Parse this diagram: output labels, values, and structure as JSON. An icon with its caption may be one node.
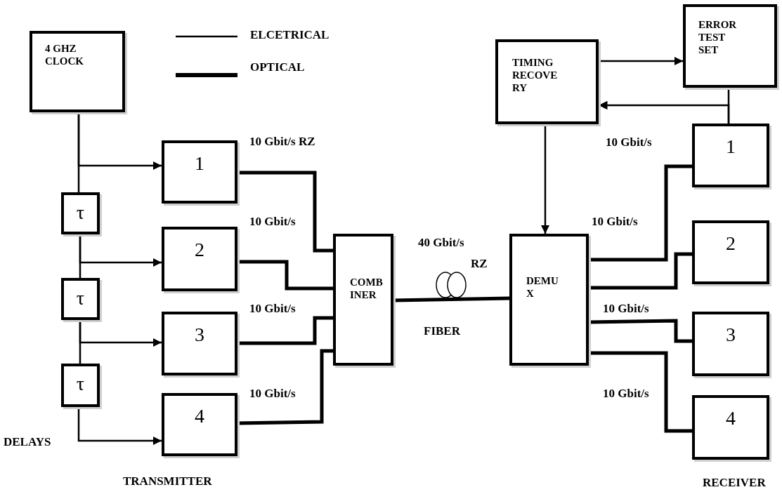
{
  "diagram": {
    "nodes": [
      {
        "text": [
          "4 GHZ CLOCK"
        ]
      },
      {
        "text": [
          "τ"
        ]
      },
      {
        "text": [
          "τ"
        ]
      },
      {
        "text": [
          "τ"
        ]
      },
      {
        "text": [
          "1"
        ]
      },
      {
        "text": [
          "2"
        ]
      },
      {
        "text": [
          "3"
        ]
      },
      {
        "text": [
          "4"
        ]
      },
      {
        "text": [
          "COMB INER"
        ]
      },
      {
        "text": [
          "DEMU X"
        ]
      },
      {
        "text": [
          "TIMING RECOVE RY"
        ]
      },
      {
        "text": [
          "ERROR TEST SET"
        ]
      },
      {
        "text": [
          "1"
        ]
      },
      {
        "text": [
          "2"
        ]
      },
      {
        "text": [
          "3"
        ]
      },
      {
        "text": [
          "4"
        ]
      }
    ],
    "edges": [
      {
        "from": 0,
        "to": 1,
        "arrow": "none"
      },
      {
        "from": 0,
        "to": 4,
        "arrow": "to"
      },
      {
        "from": 1,
        "to": 2,
        "arrow": "none"
      },
      {
        "from": 1,
        "to": 5,
        "arrow": "to"
      },
      {
        "from": 2,
        "to": 3,
        "arrow": "none"
      },
      {
        "from": 2,
        "to": 6,
        "arrow": "to"
      },
      {
        "from": 3,
        "to": 7,
        "arrow": "to"
      },
      {
        "from": 4,
        "to": 8,
        "arrow": "none",
        "style": "thick"
      },
      {
        "from": 5,
        "to": 8,
        "arrow": "none",
        "style": "thick"
      },
      {
        "from": 6,
        "to": 8,
        "arrow": "none",
        "style": "thick"
      },
      {
        "from": 7,
        "to": 8,
        "arrow": "none",
        "style": "thick"
      },
      {
        "from": 8,
        "to": 9,
        "arrow": "none",
        "style": "thick"
      },
      {
        "from": 9,
        "to": 12,
        "arrow": "none",
        "style": "thick"
      },
      {
        "from": 9,
        "to": 13,
        "arrow": "none",
        "style": "thick"
      },
      {
        "from": 9,
        "to": 14,
        "arrow": "none",
        "style": "thick"
      },
      {
        "from": 9,
        "to": 15,
        "arrow": "none",
        "style": "thick"
      },
      {
        "from": 10,
        "to": 11,
        "arrow": "to"
      },
      {
        "from": 12,
        "to": 11,
        "arrow": "none"
      },
      {
        "from": 12,
        "to": 10,
        "arrow": "to"
      },
      {
        "from": 10,
        "to": 9,
        "arrow": "to"
      }
    ],
    "labels": [
      "10 Gbit/s RZ",
      "10 Gbit/s",
      "10 Gbit/s",
      "10 Gbit/s",
      "40 Gbit/s",
      "RZ",
      "FIBER",
      "DELAYS",
      "10 Gbit/s",
      "10 Gbit/s",
      "10 Gbit/s",
      "10 Gbit/s",
      "TRANSMITTER",
      "RECEIVER"
    ],
    "legend": [
      {
        "text": "ELCETRICAL"
      },
      {
        "text": "OPTICAL"
      }
    ]
  }
}
